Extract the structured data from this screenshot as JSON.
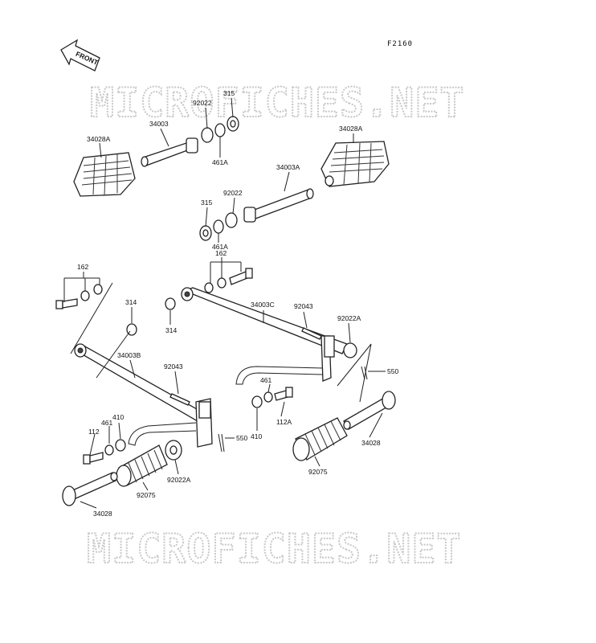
{
  "diagram": {
    "ref_code": "F2160",
    "front_marker": "FRONT",
    "watermark": "MICROFICHES.NET",
    "callouts": {
      "c315_top": "315",
      "c92022_top": "92022",
      "c34003": "34003",
      "c461A_top": "461A",
      "c34028A_left": "34028A",
      "c34028A_right": "34028A",
      "c34003A": "34003A",
      "c92022_mid": "92022",
      "c315_mid": "315",
      "c461A_mid": "461A",
      "c162_left": "162",
      "c162_right": "162",
      "c314_a": "314",
      "c314_b": "314",
      "c34003C": "34003C",
      "c92043_right": "92043",
      "c92022A_right": "92022A",
      "c34003B": "34003B",
      "c92043_left": "92043",
      "c550_right": "550",
      "c461_right": "461",
      "c112A": "112A",
      "c410_right": "410",
      "c410_left": "410",
      "c461_left": "461",
      "c112": "112",
      "c550_left": "550",
      "c92075_right": "92075",
      "c34028_right": "34028",
      "c92075_left": "92075",
      "c92022A_left": "92022A",
      "c34028_left": "34028"
    }
  }
}
